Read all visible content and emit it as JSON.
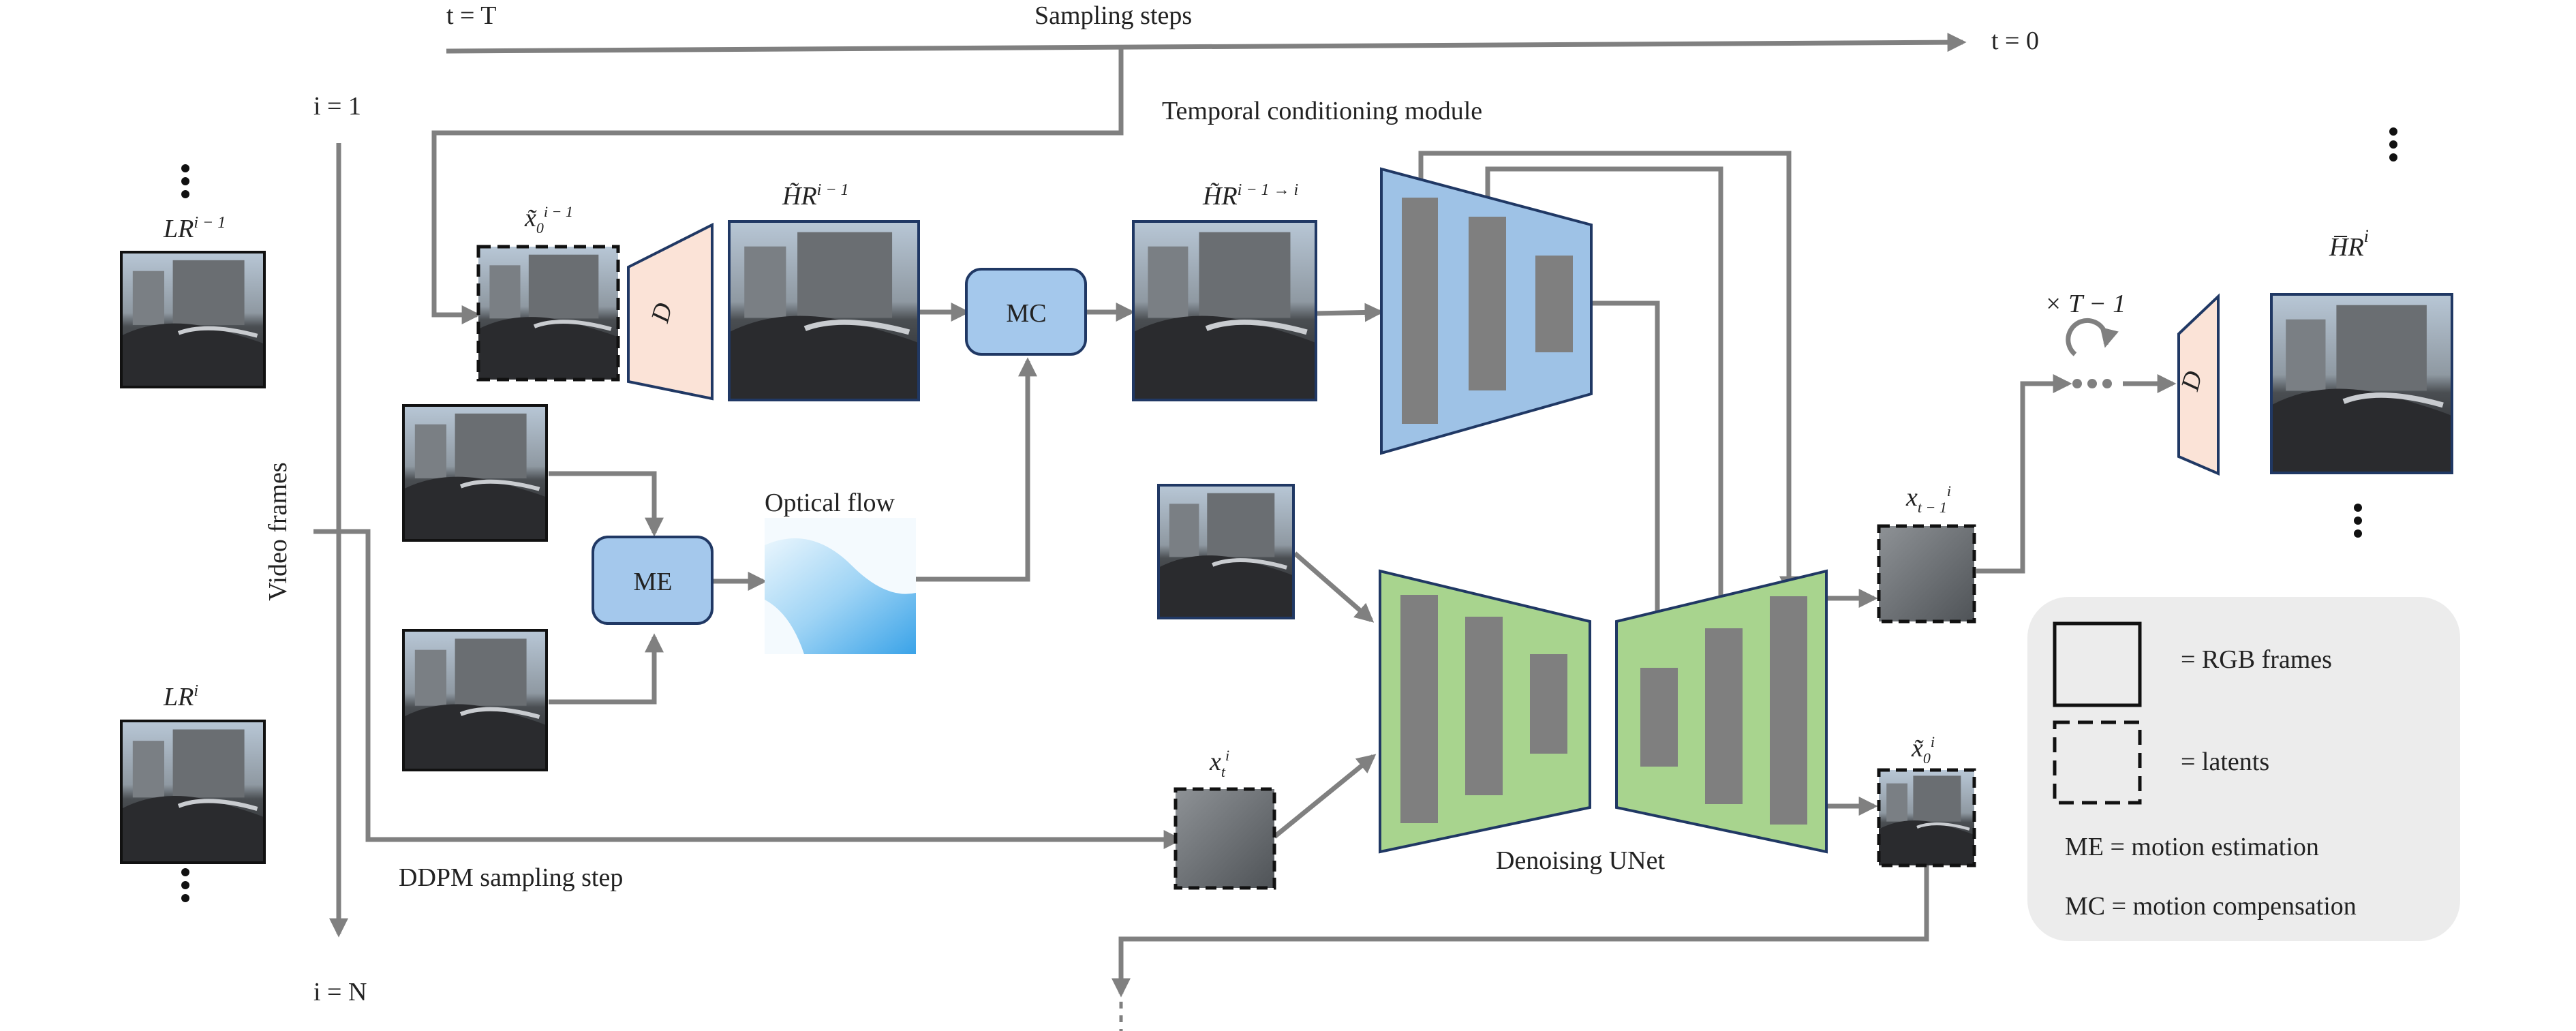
{
  "labels": {
    "t_start": "t = T",
    "sampling_steps": "Sampling steps",
    "t_end": "t = 0",
    "i_first": "i = 1",
    "i_last": "i = N",
    "video_frames": "Video frames",
    "temporal_module": "Temporal conditioning module",
    "lr_prev": "LR",
    "lr_prev_sup": "i − 1",
    "lr_cur": "LR",
    "lr_cur_sup": "i",
    "x0_prev": "x̃",
    "x0_prev_sub": "0",
    "x0_prev_sup": "i − 1",
    "hr_prev": "H̃R",
    "hr_prev_sup": "i − 1",
    "hr_warp": "H̃R",
    "hr_warp_sup": "i − 1 → i",
    "decoder": "D",
    "mc": "MC",
    "me": "ME",
    "optical_flow": "Optical flow",
    "ddpm_step": "DDPM sampling step",
    "xt": "x",
    "xt_sub": "t",
    "xt_sup": "i",
    "xt1": "x",
    "xt1_sub": "t − 1",
    "xt1_sup": "i",
    "x0_out": "x̃",
    "x0_out_sub": "0",
    "x0_out_sup": "i",
    "denoising_unet": "Denoising UNet",
    "repeat": "× T − 1",
    "hr_out": "H̅R",
    "hr_out_sup": "i",
    "decoder_out": "D"
  },
  "legend": {
    "rgb": "= RGB frames",
    "latents": "= latents",
    "me_def": "ME = motion estimation",
    "mc_def": "MC = motion compensation"
  },
  "colors": {
    "arrow": "#808080",
    "mc_fill": "#a4c8ec",
    "encoder_blue": "#9ec2e6",
    "unet_green": "#a8d48e",
    "decoder_peach": "#fbe3d7",
    "bar": "#7f7f7f",
    "legend_bg": "#ececec"
  }
}
